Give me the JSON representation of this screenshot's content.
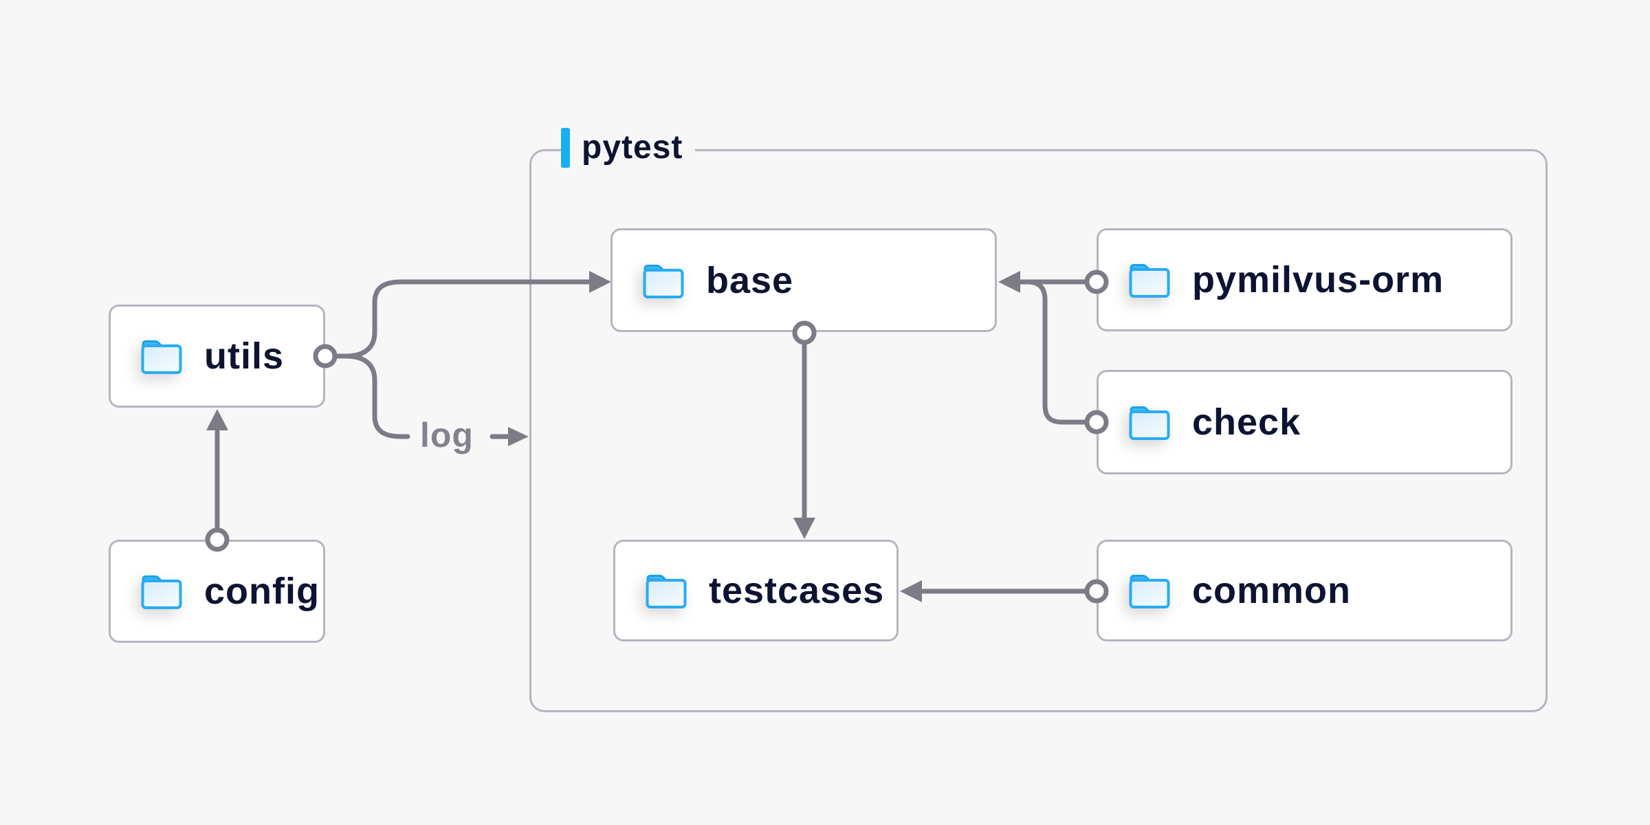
{
  "diagram": {
    "title_group": {
      "label": "pytest"
    },
    "nodes": [
      {
        "id": "utils",
        "label": "utils"
      },
      {
        "id": "config",
        "label": "config"
      },
      {
        "id": "base",
        "label": "base"
      },
      {
        "id": "testcases",
        "label": "testcases"
      },
      {
        "id": "pymilvus-orm",
        "label": "pymilvus-orm"
      },
      {
        "id": "check",
        "label": "check"
      },
      {
        "id": "common",
        "label": "common"
      }
    ],
    "edges": [
      {
        "from": "config",
        "to": "utils"
      },
      {
        "from": "utils",
        "to": "base"
      },
      {
        "from": "utils",
        "to": "log",
        "label": "log"
      },
      {
        "from": "pymilvus-orm",
        "to": "base"
      },
      {
        "from": "check",
        "to": "base"
      },
      {
        "from": "base",
        "to": "testcases"
      },
      {
        "from": "common",
        "to": "testcases"
      }
    ],
    "edge_label_log": "log",
    "colors": {
      "background": "#f7f7f8",
      "node_border": "#b5b5c1",
      "group_border": "#b5b5c1",
      "edge_gray": "#7c7c87",
      "text_navy": "#0d1331",
      "log_gray": "#83838d",
      "accent_blue": "#16b0f2",
      "folder_stroke": "#27acf2",
      "folder_tab": "#44b5f1"
    }
  }
}
